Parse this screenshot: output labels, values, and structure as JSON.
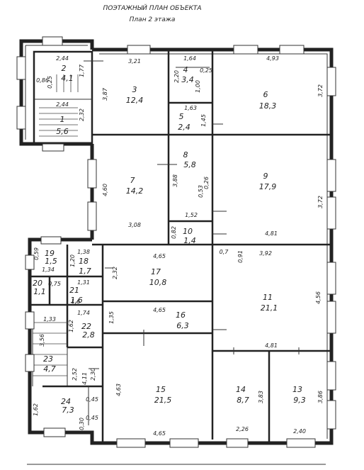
{
  "header": {
    "title": "ПОЭТАЖНЫЙ ПЛАН ОБЪЕКТА",
    "subtitle": "План 2 этажа"
  },
  "rooms": [
    {
      "num": "1",
      "area": "5,6"
    },
    {
      "num": "2",
      "area": "4,1"
    },
    {
      "num": "3",
      "area": "12,4"
    },
    {
      "num": "4",
      "area": "3,4"
    },
    {
      "num": "5",
      "area": "2,4"
    },
    {
      "num": "6",
      "area": "18,3"
    },
    {
      "num": "7",
      "area": "14,2"
    },
    {
      "num": "8",
      "area": "5,8"
    },
    {
      "num": "9",
      "area": "17,9"
    },
    {
      "num": "10",
      "area": "1,4"
    },
    {
      "num": "11",
      "area": "21,1"
    },
    {
      "num": "13",
      "area": "9,3"
    },
    {
      "num": "14",
      "area": "8,7"
    },
    {
      "num": "15",
      "area": "21,5"
    },
    {
      "num": "16",
      "area": "6,3"
    },
    {
      "num": "17",
      "area": "10,8"
    },
    {
      "num": "18",
      "area": "1,7"
    },
    {
      "num": "19",
      "area": "1,5"
    },
    {
      "num": "20",
      "area": "1,1"
    },
    {
      "num": "21",
      "area": "1,6"
    },
    {
      "num": "22",
      "area": "2,8"
    },
    {
      "num": "23",
      "area": "4,7"
    },
    {
      "num": "24",
      "area": "7,3"
    }
  ],
  "dims": [
    "2,44",
    "1,77",
    "0,86",
    "0,25",
    "2,44",
    "2,32",
    "3,21",
    "3,87",
    "1,64",
    "2,20",
    "0,25",
    "1,00",
    "1,63",
    "1,45",
    "4,93",
    "3,72",
    "4,60",
    "3,08",
    "3,88",
    "0,26",
    "0,53",
    "1,52",
    "3,72",
    "4,81",
    "0,82",
    "0,91",
    "3,92",
    "0,7",
    "4,65",
    "2,32",
    "1,38",
    "1,20",
    "1,34",
    "0,59",
    "4,56",
    "4,81",
    "1,31",
    "0,75",
    "1,6",
    "1,74",
    "1,62",
    "1,35",
    "4,65",
    "1,33",
    "3,56",
    "2,52",
    "4,11",
    "2,30",
    "4,63",
    "0,45",
    "1,62",
    "0,45",
    "0,30",
    "4,65",
    "3,83",
    "2,26",
    "3,86",
    "2,40"
  ]
}
